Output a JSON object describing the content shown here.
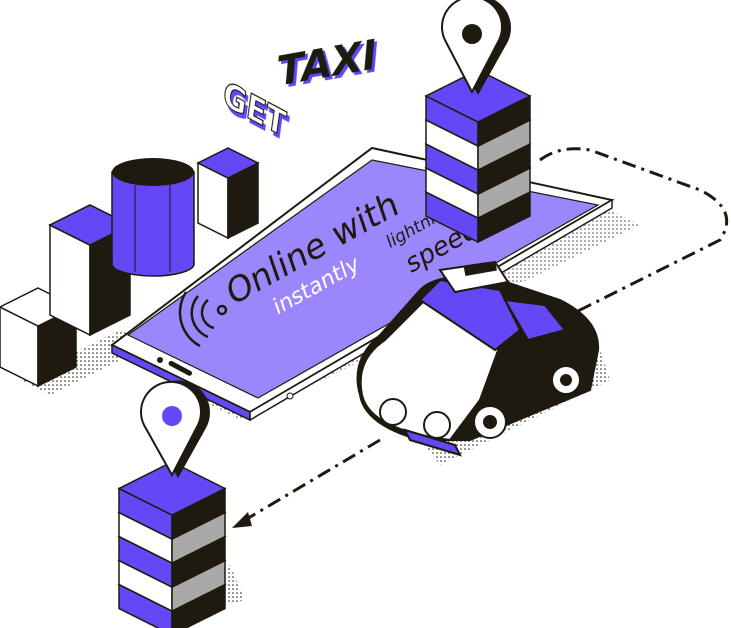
{
  "headline": {
    "word1": "GET",
    "word2": "TAXI"
  },
  "screen": {
    "line1": "Online with",
    "line2": "instantly",
    "line3": "lightning",
    "line4": "speed"
  },
  "colors": {
    "purple": "#6447f5",
    "screen": "#9b87fb",
    "dark": "#1f1a10",
    "gray": "#a9a9a9",
    "white": "#ffffff"
  }
}
